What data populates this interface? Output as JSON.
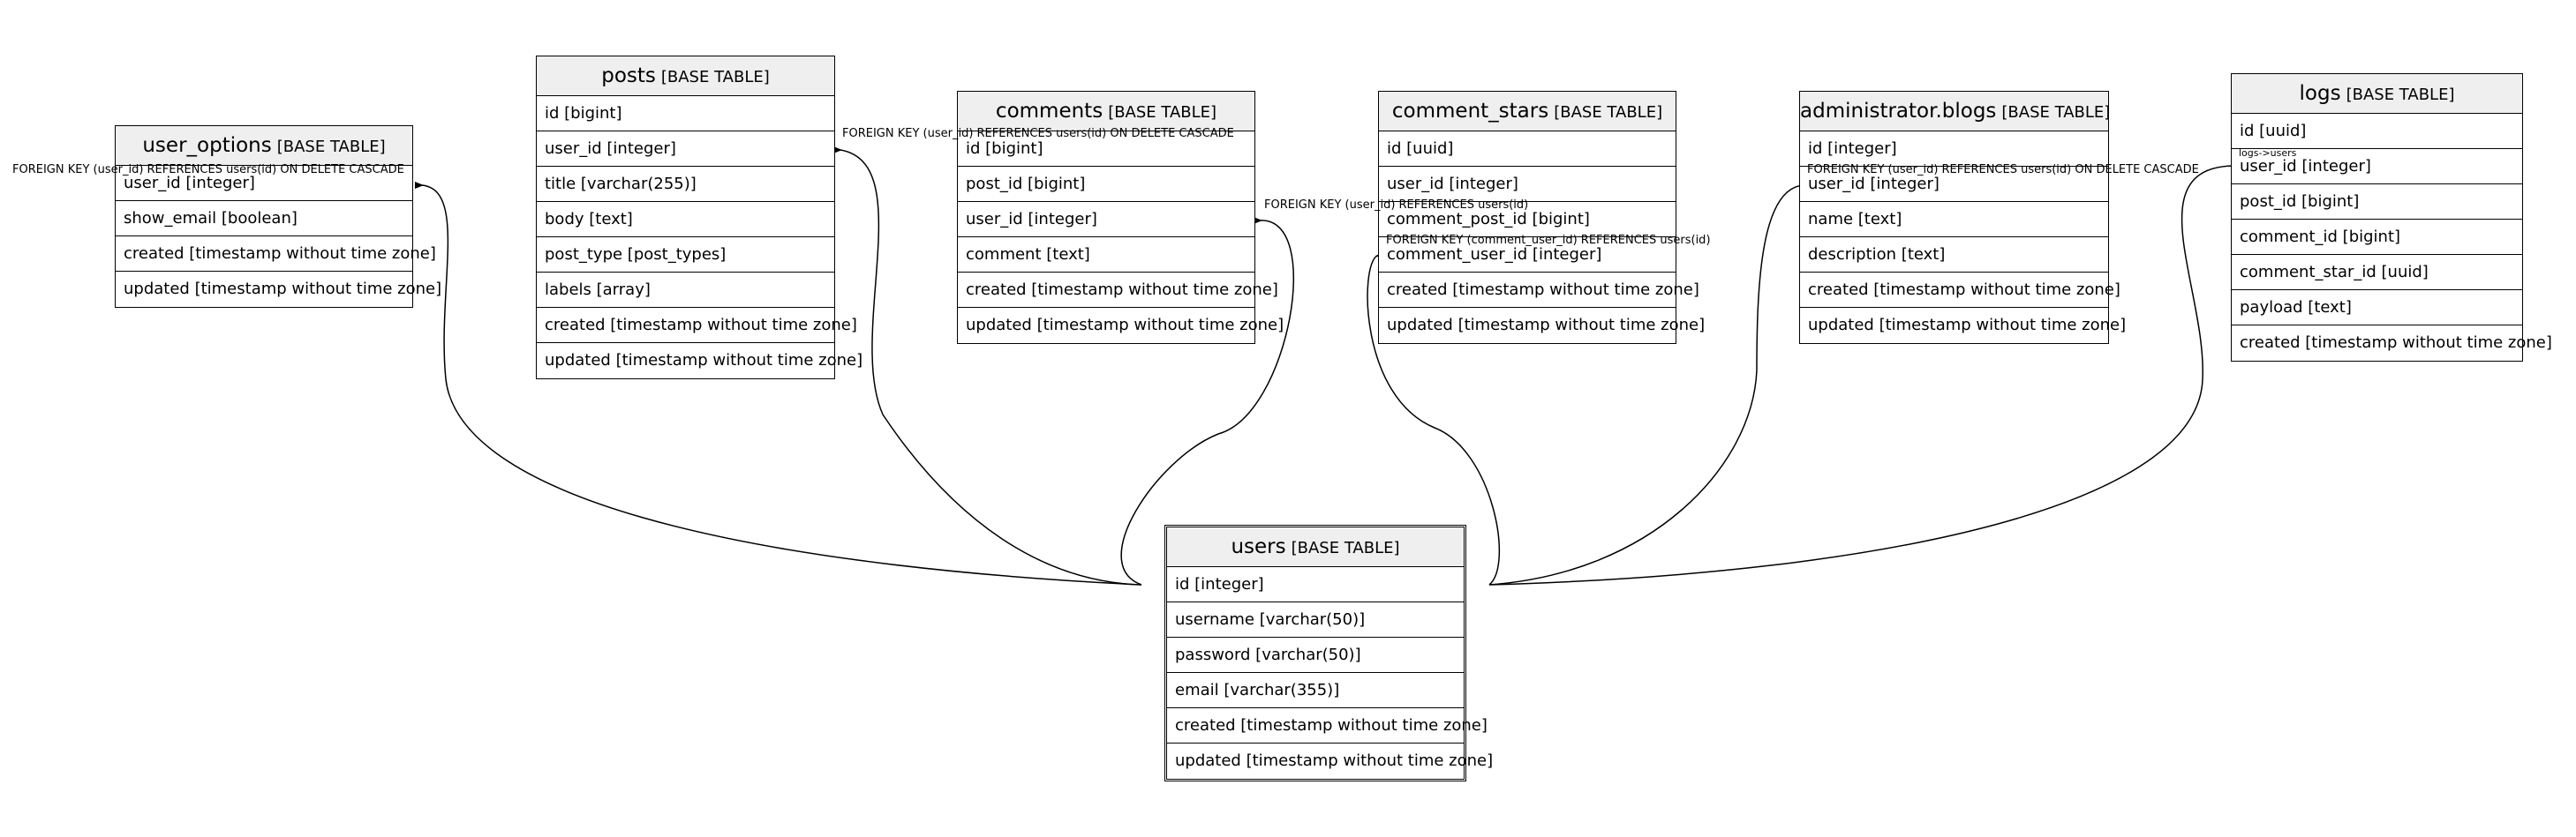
{
  "tables": [
    {
      "id": "user_options",
      "name": "user_options",
      "kind": "[BASE TABLE]",
      "rows": [
        "user_id [integer]",
        "show_email [boolean]",
        "created [timestamp without time zone]",
        "updated [timestamp without time zone]"
      ]
    },
    {
      "id": "posts",
      "name": "posts",
      "kind": "[BASE TABLE]",
      "rows": [
        "id [bigint]",
        "user_id [integer]",
        "title [varchar(255)]",
        "body [text]",
        "post_type [post_types]",
        "labels [array]",
        "created [timestamp without time zone]",
        "updated [timestamp without time zone]"
      ]
    },
    {
      "id": "comments",
      "name": "comments",
      "kind": "[BASE TABLE]",
      "rows": [
        "id [bigint]",
        "post_id [bigint]",
        "user_id [integer]",
        "comment [text]",
        "created [timestamp without time zone]",
        "updated [timestamp without time zone]"
      ]
    },
    {
      "id": "comment_stars",
      "name": "comment_stars",
      "kind": "[BASE TABLE]",
      "rows": [
        "id [uuid]",
        "user_id [integer]",
        "comment_post_id [bigint]",
        "comment_user_id [integer]",
        "created [timestamp without time zone]",
        "updated [timestamp without time zone]"
      ]
    },
    {
      "id": "administrator_blogs",
      "name": "administrator.blogs",
      "kind": "[BASE TABLE]",
      "rows": [
        "id [integer]",
        "user_id [integer]",
        "name [text]",
        "description [text]",
        "created [timestamp without time zone]",
        "updated [timestamp without time zone]"
      ]
    },
    {
      "id": "logs",
      "name": "logs",
      "kind": "[BASE TABLE]",
      "rows": [
        "id [uuid]",
        "user_id [integer]",
        "post_id [bigint]",
        "comment_id [bigint]",
        "comment_star_id [uuid]",
        "payload [text]",
        "created [timestamp without time zone]"
      ]
    },
    {
      "id": "users",
      "name": "users",
      "kind": "[BASE TABLE]",
      "rows": [
        "id [integer]",
        "username [varchar(50)]",
        "password [varchar(50)]",
        "email [varchar(355)]",
        "created [timestamp without time zone]",
        "updated [timestamp without time zone]"
      ]
    }
  ],
  "relations": [
    {
      "id": "user_options",
      "label": "FOREIGN KEY (user_id) REFERENCES users(id) ON DELETE CASCADE"
    },
    {
      "id": "posts",
      "label": "FOREIGN KEY (user_id) REFERENCES users(id) ON DELETE CASCADE"
    },
    {
      "id": "comments",
      "label": "FOREIGN KEY (user_id) REFERENCES users(id)"
    },
    {
      "id": "comment_stars",
      "label": "FOREIGN KEY (comment_user_id) REFERENCES users(id)"
    },
    {
      "id": "blogs",
      "label": "FOREIGN KEY (user_id) REFERENCES users(id) ON DELETE CASCADE"
    },
    {
      "id": "logs",
      "label": "logs->users"
    }
  ]
}
